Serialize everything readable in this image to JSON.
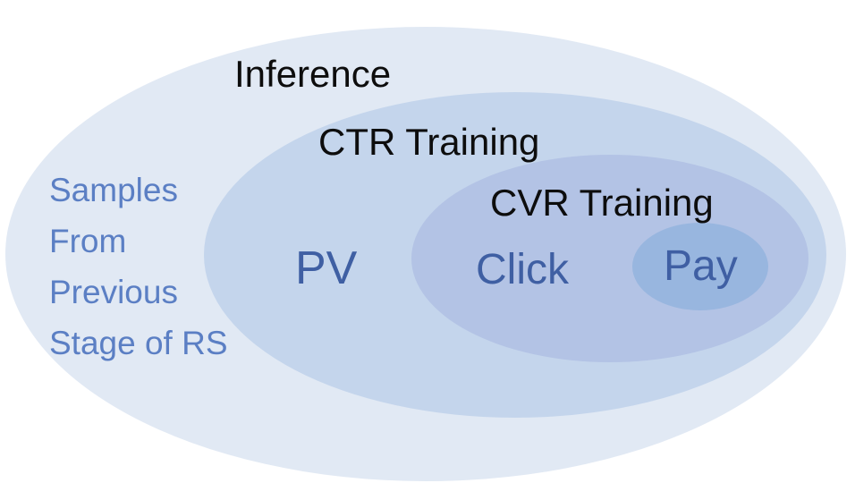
{
  "diagram": {
    "layers": [
      {
        "id": "inference",
        "label": "Inference",
        "fill": "#e1e9f4"
      },
      {
        "id": "ctr",
        "label": "CTR Training",
        "fill": "#c4d5ec"
      },
      {
        "id": "cvr",
        "label": "CVR Training",
        "fill": "#b3c3e5"
      },
      {
        "id": "pay",
        "label": "Pay",
        "fill": "#98b6df"
      }
    ],
    "regions": {
      "pv": "PV",
      "click": "Click",
      "pay": "Pay"
    },
    "samples_note": "Samples\nFrom\nPrevious\nStage of RS",
    "colors": {
      "dark_text": "#0d0d0d",
      "region_text": "#3f5fa3",
      "note_text": "#5b7fc4"
    }
  }
}
